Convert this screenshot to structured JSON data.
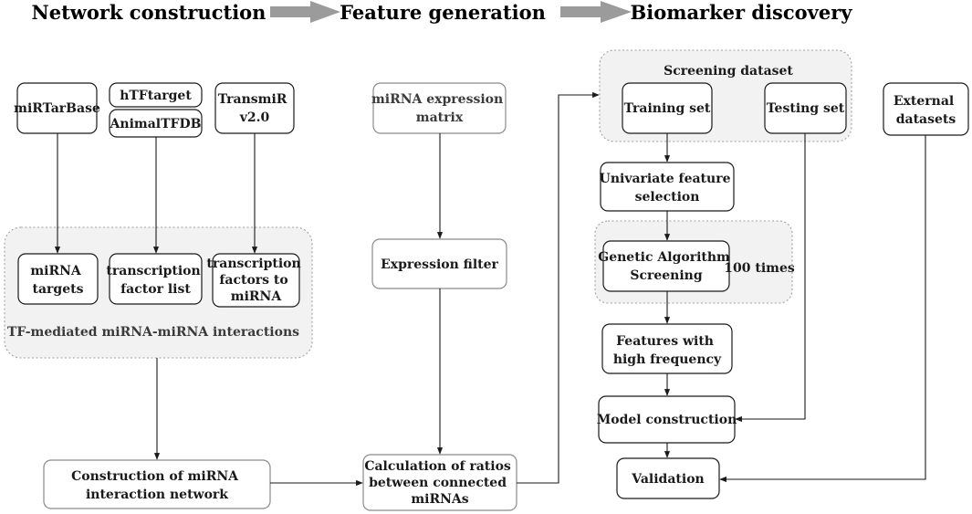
{
  "headers": {
    "network": "Network construction",
    "feature": "Feature generation",
    "biomarker": "Biomarker discovery"
  },
  "network": {
    "sources": {
      "mirtarbase": "miRTarBase",
      "htftarget": "hTFtarget",
      "animaltfdb": "AnimalTFDB",
      "transmir": [
        "TransmiR",
        "v2.0"
      ]
    },
    "derived": {
      "mirna_targets": [
        "miRNA",
        "targets"
      ],
      "tf_list": [
        "transcription",
        "factor list"
      ],
      "tf_to_mirna": [
        "transcription",
        "factors to",
        "miRNA"
      ]
    },
    "region_label": "TF-mediated miRNA-miRNA interactions",
    "construction": [
      "Construction of miRNA",
      "interaction network"
    ]
  },
  "feature": {
    "expression_matrix": [
      "miRNA expression",
      "matrix"
    ],
    "expression_filter": "Expression filter",
    "ratios": [
      "Calculation of ratios",
      "between connected",
      "miRNAs"
    ]
  },
  "biomarker": {
    "screening_dataset": "Screening dataset",
    "training_set": "Training set",
    "testing_set": "Testing set",
    "external_datasets": [
      "External",
      "datasets"
    ],
    "univariate": [
      "Univariate feature",
      "selection"
    ],
    "genetic_algorithm": [
      "Genetic Algorithm",
      "Screening"
    ],
    "repeat_label": "100 times",
    "high_frequency": [
      "Features with",
      "high frequency"
    ],
    "model_construction": "Model construction",
    "validation": "Validation"
  }
}
